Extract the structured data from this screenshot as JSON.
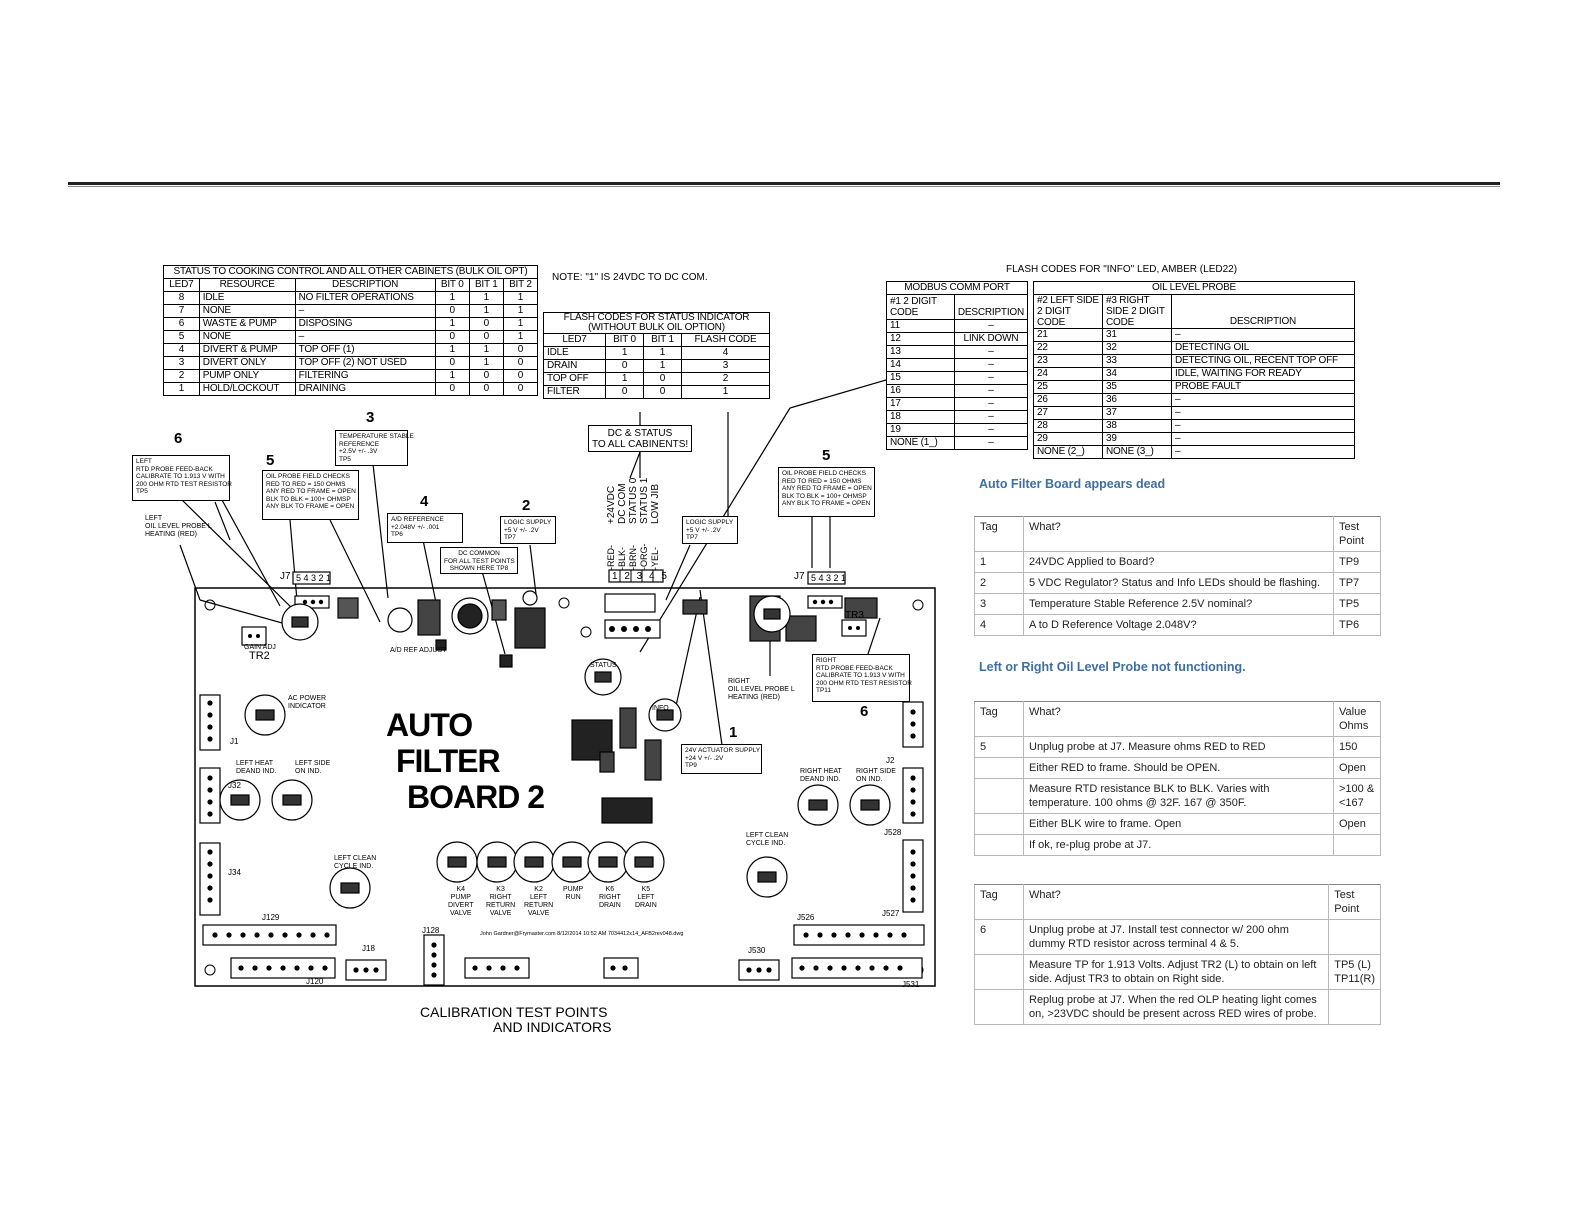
{
  "status_cooking_table": {
    "title": "STATUS TO COOKING CONTROL AND ALL OTHER CABINETS (BULK OIL OPT)",
    "headers": [
      "LED7",
      "RESOURCE",
      "DESCRIPTION",
      "BIT 0",
      "BIT 1",
      "BIT 2"
    ],
    "rows": [
      [
        "8",
        "IDLE",
        "NO FILTER OPERATIONS",
        "1",
        "1",
        "1"
      ],
      [
        "7",
        "NONE",
        "–",
        "0",
        "1",
        "1"
      ],
      [
        "6",
        "WASTE & PUMP",
        "DISPOSING",
        "1",
        "0",
        "1"
      ],
      [
        "5",
        "NONE",
        "–",
        "0",
        "0",
        "1"
      ],
      [
        "4",
        "DIVERT & PUMP",
        "TOP OFF (1)",
        "1",
        "1",
        "0"
      ],
      [
        "3",
        "DIVERT ONLY",
        "TOP OFF (2) NOT USED",
        "0",
        "1",
        "0"
      ],
      [
        "2",
        "PUMP ONLY",
        "FILTERING",
        "1",
        "0",
        "0"
      ],
      [
        "1",
        "HOLD/LOCKOUT",
        "DRAINING",
        "0",
        "0",
        "0"
      ]
    ]
  },
  "note_24vdc": "NOTE: \"1\" IS 24VDC TO DC COM.",
  "flash_status_table": {
    "title1": "FLASH CODES FOR STATUS INDICATOR",
    "title2": "(WITHOUT BULK OIL OPTION)",
    "headers": [
      "LED7",
      "BIT 0",
      "BIT 1",
      "FLASH CODE"
    ],
    "rows": [
      [
        "IDLE",
        "1",
        "1",
        "4"
      ],
      [
        "DRAIN",
        "0",
        "1",
        "3"
      ],
      [
        "TOP OFF",
        "1",
        "0",
        "2"
      ],
      [
        "FILTER",
        "0",
        "0",
        "1"
      ]
    ]
  },
  "info_flash": {
    "title": "FLASH CODES FOR \"INFO\" LED, AMBER (LED22)",
    "modbus_header": "MODBUS COMM PORT",
    "oil_header": "OIL LEVEL PROBE",
    "col1": "#1 2 DIGIT CODE",
    "col2": "DESCRIPTION",
    "col3": "#2 LEFT SIDE 2 DIGIT CODE",
    "col4": "#3 RIGHT SIDE 2 DIGIT CODE",
    "col5": "DESCRIPTION",
    "rows": [
      [
        "11",
        "–",
        "21",
        "31",
        "–"
      ],
      [
        "12",
        "LINK DOWN",
        "22",
        "32",
        "DETECTING OIL"
      ],
      [
        "13",
        "–",
        "23",
        "33",
        "DETECTING OIL, RECENT TOP OFF"
      ],
      [
        "14",
        "–",
        "24",
        "34",
        "IDLE, WAITING FOR READY"
      ],
      [
        "15",
        "–",
        "25",
        "35",
        "PROBE FAULT"
      ],
      [
        "16",
        "–",
        "26",
        "36",
        "–"
      ],
      [
        "17",
        "–",
        "27",
        "37",
        "–"
      ],
      [
        "18",
        "–",
        "28",
        "38",
        "–"
      ],
      [
        "19",
        "–",
        "29",
        "39",
        "–"
      ],
      [
        "NONE (1_)",
        "–",
        "NONE (2_)",
        "NONE (3_)",
        "–"
      ]
    ]
  },
  "diagram": {
    "board_title": [
      "AUTO",
      "FILTER",
      "BOARD 2"
    ],
    "caption1": "CALIBRATION TEST POINTS",
    "caption2": "AND INDICATORS",
    "callout_dc_status": "DC & STATUS\nTO ALL CABINENTS!",
    "wire_labels": [
      "+24VDC",
      "DC COM",
      "STATUS 0",
      "STATUS 1",
      "LOW JIB"
    ],
    "wire_colors": [
      "RED",
      "BLK",
      "BRN",
      "ORG",
      "YEL"
    ],
    "wire_pins": "1 2 3 4 5",
    "box_left_rtd": "LEFT\nRTD PROBE FEED-BACK\nCALIBRATE TO 1.913 V WITH\n200 OHM RTD TEST RESISTOR\nTP5",
    "box_left_heating": "LEFT\nOIL LEVEL PROBE L\nHEATING (RED)",
    "box_temp_ref": "TEMPERATURE STABLE\nREFERENCE\n+2.5V +/- .3V\nTP5",
    "box_oil_probe_left": "OIL PROBE FIELD CHECKS\nRED TO RED = 150 OHMS\nANY RED TO FRAME = OPEN\nBLK TO BLK = 100+ OHMSP\nANY BLK TO FRAME = OPEN",
    "box_ad_ref": "A/D REFERENCE\n+2.048V +/- .001\nTP6",
    "box_dc_common": "DC COMMON\nFOR ALL TEST POINTS\nSHOWN HERE TP8",
    "box_logic_left": "LOGIC SUPPLY\n+5 V +/- .2V\nTP7",
    "box_logic_right": "LOGIC SUPPLY\n+5 V +/- .2V\nTP7",
    "box_oil_probe_right": "OIL PROBE FIELD CHECKS\nRED TO RED = 150 OHMS\nANY RED TO FRAME = OPEN\nBLK TO BLK = 100+ OHMSP\nANY BLK TO FRAME = OPEN",
    "box_right_rtd": "RIGHT\nRTD PROBE FEED-BACK\nCALIBRATE TO 1.913 V WITH\n200 OHM RTD TEST RESISTOR\nTP11",
    "box_right_heating": "RIGHT\nOIL LEVEL PROBE L\nHEATING (RED)",
    "box_24v_act": "24V ACTUATOR SUPPLY\n+24 V +/- .2V\nTP9",
    "num_labels": [
      "6",
      "5",
      "3",
      "4",
      "2",
      "5",
      "1",
      "6"
    ],
    "j7": "J7",
    "j7_pins": "5 4 3 2 1",
    "tr2": "TR2",
    "tr3": "TR3",
    "gain_adj": "GAIN ADJ",
    "ad_ref_adjust": "A/D REF ADJUST",
    "status_led": "STATUS",
    "info_led": "INFO",
    "ac_power": "AC POWER\nINDICATOR",
    "left_heat": "LEFT HEAT\nDEAND IND.",
    "left_side_on": "LEFT SIDE\nON IND.",
    "right_heat": "RIGHT HEAT\nDEAND IND.",
    "right_side_on": "RIGHT SIDE\nON IND.",
    "left_clean_1": "LEFT CLEAN\nCYCLE IND.",
    "left_clean_2": "LEFT CLEAN\nCYCLE IND.",
    "relays": [
      "K4\nPUMP\nDIVERT\nVALVE",
      "K3\nRIGHT\nRETURN\nVALVE",
      "K2\nLEFT\nRETURN\nVALVE",
      "PUMP\nRUN",
      "K6\nRIGHT\nDRAIN",
      "K5\nLEFT\nDRAIN"
    ],
    "connectors": [
      "J1",
      "J32",
      "J34",
      "J129",
      "J18",
      "J120",
      "J128",
      "J530",
      "J526",
      "J527",
      "J528",
      "J531",
      "J2"
    ],
    "designer": "John Gardner@Frymaster.com   8/12/2014 10:52 AM 7034412x14_AFB2rev048.dwg"
  },
  "section1": {
    "heading": "Auto Filter Board appears dead",
    "headers": [
      "Tag",
      "What?",
      "Test Point"
    ],
    "rows": [
      [
        "1",
        "24VDC Applied to Board?",
        "TP9"
      ],
      [
        "2",
        "5 VDC Regulator?  Status and Info LEDs should be flashing.",
        "TP7"
      ],
      [
        "3",
        "Temperature Stable Reference 2.5V nominal?",
        "TP5"
      ],
      [
        "4",
        "A to D Reference Voltage 2.048V?",
        "TP6"
      ]
    ]
  },
  "section2": {
    "heading": "Left or Right Oil Level  Probe not functioning.",
    "headers": [
      "Tag",
      "What?",
      "Value Ohms"
    ],
    "rows": [
      [
        "5",
        "Unplug probe at J7. Measure ohms  RED to RED",
        "150"
      ],
      [
        "",
        "Either RED to frame. Should be OPEN.",
        "Open"
      ],
      [
        "",
        "Measure RTD resistance BLK to BLK.  Varies with temperature.  100 ohms @ 32F.  167 @ 350F.",
        ">100 & <167"
      ],
      [
        "",
        "Either BLK wire to frame. Open",
        "Open"
      ],
      [
        "",
        "If ok, re-plug probe at J7.",
        ""
      ]
    ]
  },
  "section3": {
    "headers": [
      "Tag",
      "What?",
      "Test Point"
    ],
    "rows": [
      [
        "6",
        "Unplug probe at J7.  Install test connector w/ 200 ohm dummy RTD resistor across terminal 4 & 5.",
        ""
      ],
      [
        "",
        "Measure TP for 1.913 Volts.  Adjust TR2 (L) to obtain on left side.  Adjust TR3 to obtain on Right side.",
        "TP5 (L) TP11(R)"
      ],
      [
        "",
        "Replug probe at J7. When the red OLP heating light comes on, >23VDC should be present across RED wires of probe.",
        ""
      ]
    ]
  }
}
